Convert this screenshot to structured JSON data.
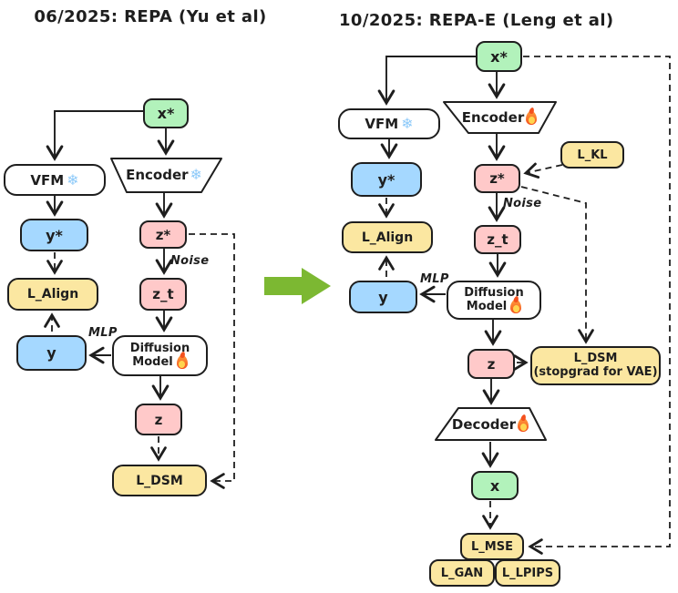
{
  "colors": {
    "box_green": "#b2f2bb",
    "box_blue": "#a5d8ff",
    "box_pink": "#ffc9c9",
    "box_yellow": "#fbe7a1",
    "box_white": "#ffffff",
    "stroke": "#1e1e1e",
    "big_arrow_green": "#7cb832",
    "snowflake_blue": "#8ecaf9"
  },
  "glyphs": {
    "snowflake": "❄"
  },
  "left": {
    "title": "06/2025: REPA (Yu et al)",
    "nodes": {
      "xstar": "x*",
      "vfm": "VFM",
      "encoder": "Encoder",
      "ystar": "y*",
      "zstar": "z*",
      "zt": "z_t",
      "lalign": "L_Align",
      "y": "y",
      "diffusion_line1": "Diffusion",
      "diffusion_line2": "Model",
      "z": "z",
      "ldsm": "L_DSM"
    },
    "edge_labels": {
      "noise": "Noise",
      "mlp": "MLP"
    },
    "icons": {
      "vfm": "snowflake",
      "encoder": "snowflake",
      "diffusion": "fire"
    }
  },
  "right": {
    "title": "10/2025: REPA-E (Leng et al)",
    "nodes": {
      "xstar": "x*",
      "vfm": "VFM",
      "encoder": "Encoder",
      "ystar": "y*",
      "zstar": "z*",
      "lkl": "L_KL",
      "zt": "z_t",
      "lalign": "L_Align",
      "y": "y",
      "diffusion_line1": "Diffusion",
      "diffusion_line2": "Model",
      "z": "z",
      "ldsm_line1": "L_DSM",
      "ldsm_line2": "(stopgrad for VAE)",
      "decoder": "Decoder",
      "x": "x",
      "lmse": "L_MSE",
      "lgan": "L_GAN",
      "llpips": "L_LPIPS"
    },
    "edge_labels": {
      "noise": "Noise",
      "mlp": "MLP"
    },
    "icons": {
      "vfm": "snowflake",
      "encoder": "fire",
      "diffusion": "fire",
      "decoder": "fire"
    }
  }
}
